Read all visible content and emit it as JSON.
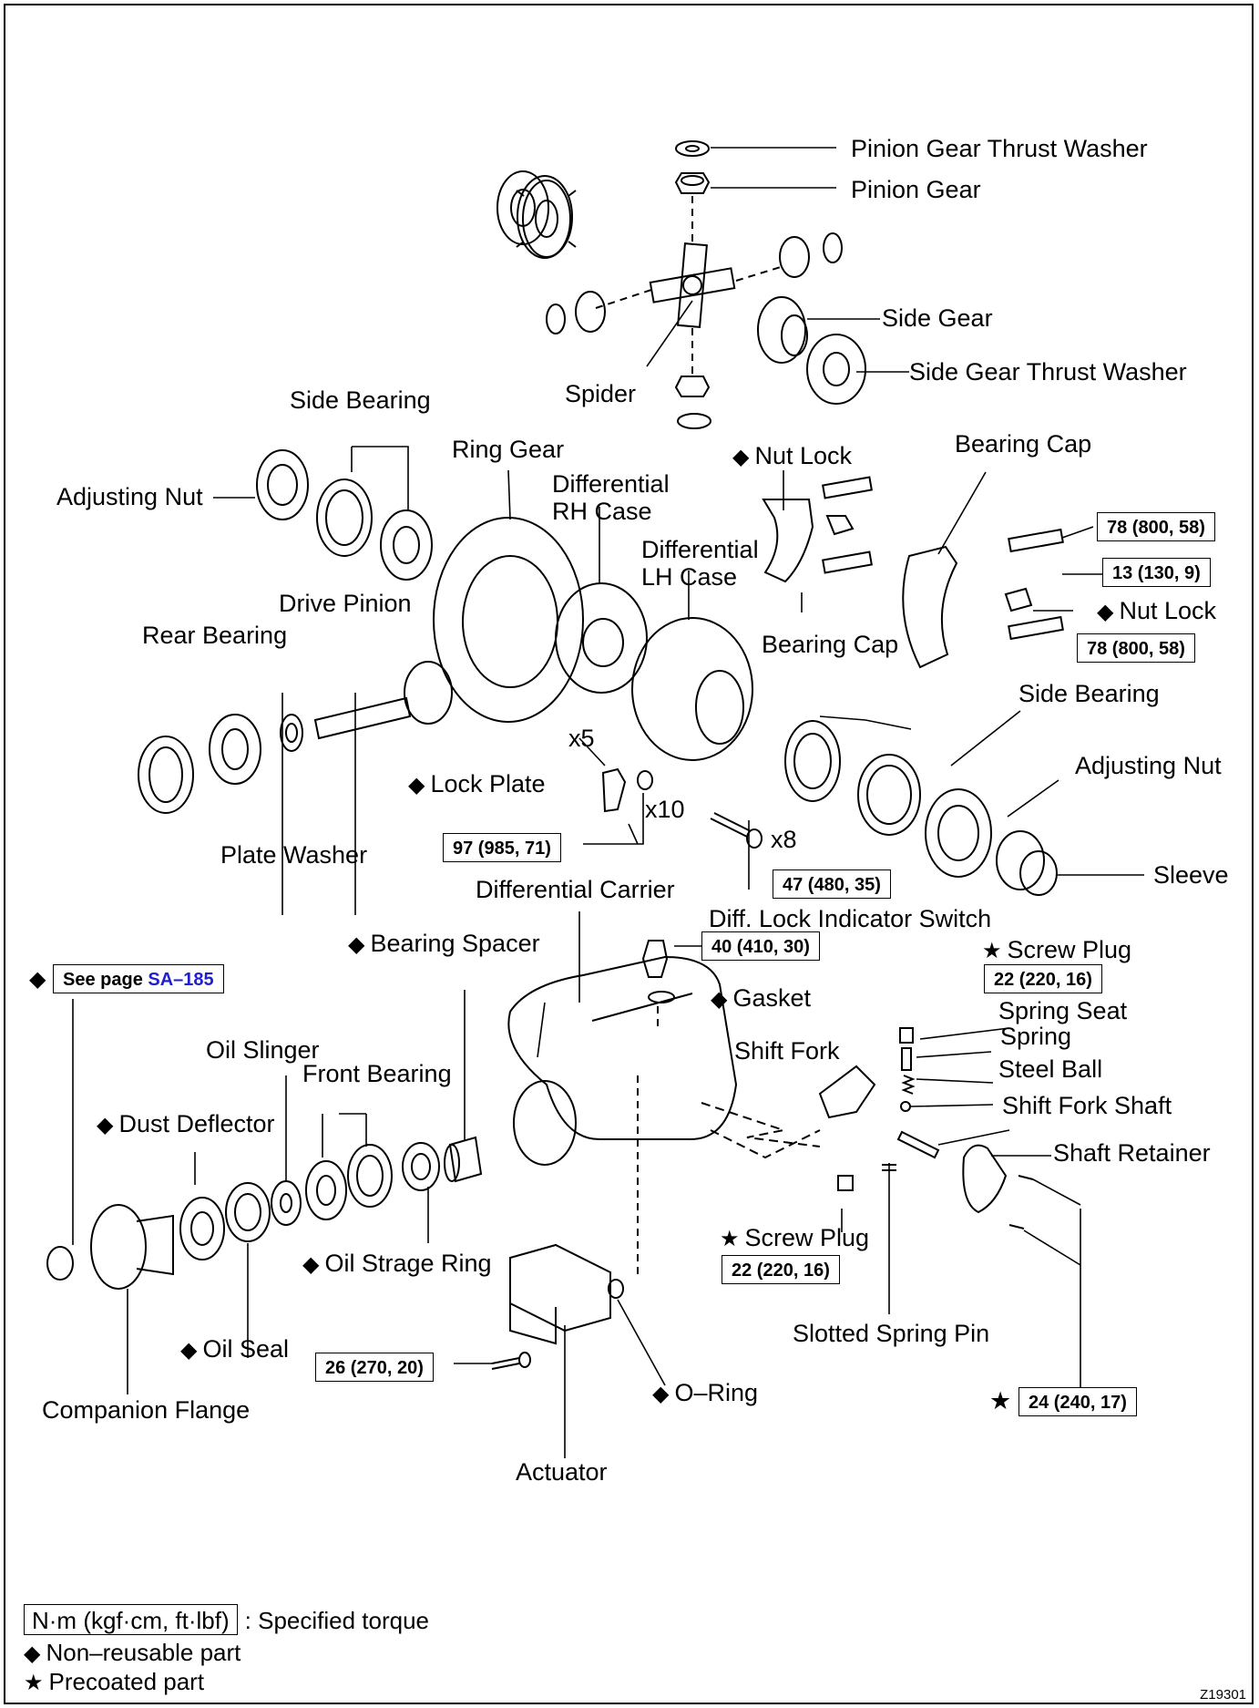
{
  "labels": {
    "pinion_gear_thrust_washer": "Pinion Gear Thrust Washer",
    "pinion_gear": "Pinion Gear",
    "side_gear": "Side Gear",
    "side_gear_thrust_washer": "Side Gear Thrust Washer",
    "spider": "Spider",
    "side_bearing_top": "Side Bearing",
    "adjusting_nut_left": "Adjusting Nut",
    "ring_gear": "Ring Gear",
    "diff_rh_case": "Differential\nRH Case",
    "diff_lh_case": "Differential\nLH Case",
    "nut_lock_top": "Nut Lock",
    "bearing_cap_top": "Bearing Cap",
    "bearing_cap_mid": "Bearing Cap",
    "nut_lock_right": "Nut Lock",
    "drive_pinion": "Drive Pinion",
    "rear_bearing": "Rear Bearing",
    "side_bearing_right": "Side Bearing",
    "adjusting_nut_right": "Adjusting Nut",
    "lock_plate": "Lock Plate",
    "x5": "x5",
    "x10": "x10",
    "x8": "x8",
    "plate_washer": "Plate Washer",
    "sleeve": "Sleeve",
    "differential_carrier": "Differential Carrier",
    "diff_lock_indicator_switch": "Diff. Lock Indicator Switch",
    "bearing_spacer": "Bearing Spacer",
    "screw_plug_top": "Screw Plug",
    "gasket": "Gasket",
    "spring_seat": "Spring Seat",
    "spring": "Spring",
    "steel_ball": "Steel Ball",
    "shift_fork": "Shift Fork",
    "shift_fork_shaft": "Shift Fork Shaft",
    "oil_slinger": "Oil Slinger",
    "front_bearing": "Front Bearing",
    "dust_deflector": "Dust Deflector",
    "shaft_retainer": "Shaft Retainer",
    "screw_plug_bottom": "Screw Plug",
    "oil_strage_ring": "Oil Strage Ring",
    "oil_seal": "Oil Seal",
    "slotted_spring_pin": "Slotted Spring Pin",
    "o_ring": "O–Ring",
    "companion_flange": "Companion Flange",
    "actuator": "Actuator"
  },
  "torques": {
    "t78a": "78 (800, 58)",
    "t13": "13 (130, 9)",
    "t78b": "78 (800, 58)",
    "t97": "97 (985, 71)",
    "t47": "47 (480, 35)",
    "t40": "40 (410, 30)",
    "t22a": "22 (220, 16)",
    "t22b": "22 (220, 16)",
    "t26": "26 (270, 20)",
    "t24": "24 (240, 17)"
  },
  "see_page": {
    "prefix": "See page ",
    "link": "SA–185"
  },
  "symbols": {
    "non_reusable": "◆",
    "precoated": "★"
  },
  "legend": {
    "torque_box": "N·m (kgf·cm, ft·lbf)",
    "torque_text": ": Specified torque",
    "non_reusable": "Non–reusable part",
    "precoated": "Precoated part"
  },
  "figure_id": "Z19301"
}
